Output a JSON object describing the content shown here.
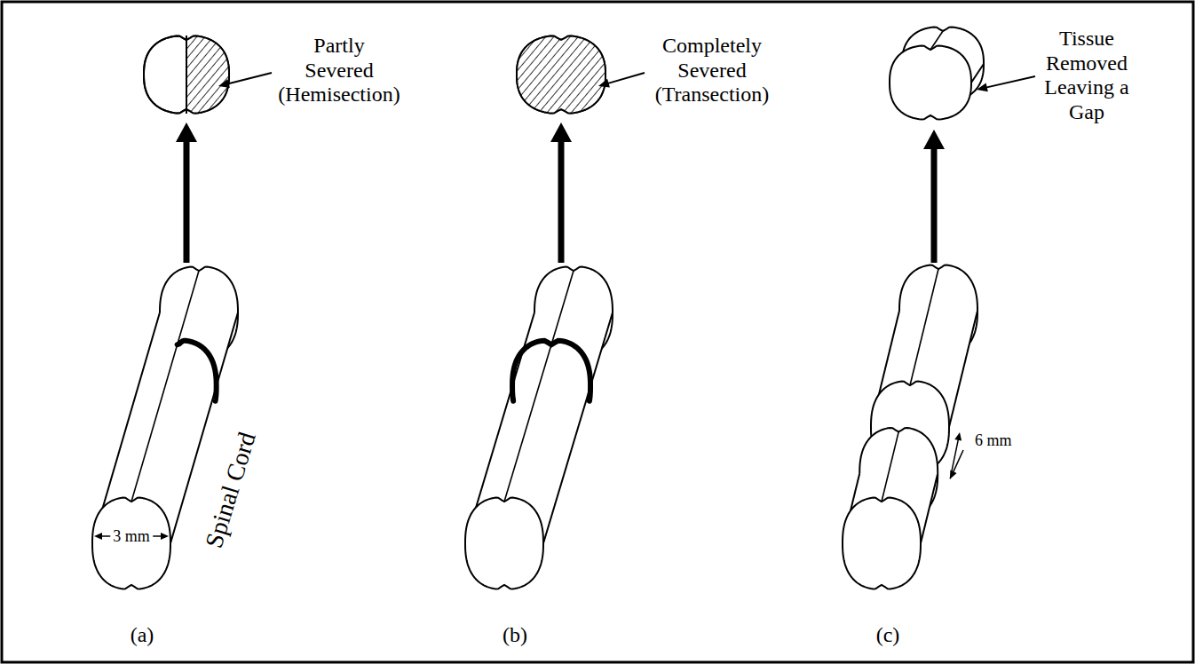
{
  "diagram": {
    "labels": [
      "Partly Severed (Hemisection)",
      "Completely Severed (Transection)",
      "Tissue Removed Leaving a Gap",
      "3 mm",
      "Spinal Cord",
      "6 mm",
      "(a)",
      "(b)",
      "(c)"
    ]
  }
}
